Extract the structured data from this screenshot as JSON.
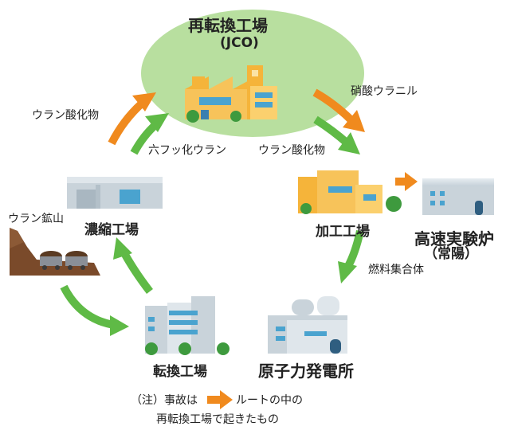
{
  "reprocessing_plant": {
    "title": "再転換工場",
    "subtitle": "(JCO)"
  },
  "flows": {
    "uranyl_nitrate": "硝酸ウラニル",
    "uranium_oxide_right": "ウラン酸化物",
    "uranium_oxide_left": "ウラン酸化物",
    "uf6": "六フッ化ウラン",
    "fuel_assembly": "燃料集合体"
  },
  "facilities": {
    "processing": "加工工場",
    "fast_reactor": "高速実験炉",
    "fast_reactor_name": "（常陽）",
    "enrichment": "濃縮工場",
    "mine": "ウラン鉱山",
    "conversion": "転換工場",
    "nuclear_plant": "原子力発電所"
  },
  "note": {
    "prefix": "（注）事故は",
    "suffix": "ルートの中の",
    "line2": "再転換工場で起きたもの"
  },
  "colors": {
    "accident_route": "#f08a1e",
    "normal_route": "#5fba46",
    "highlight_ellipse": "#b8df9f",
    "building_yellow": "#f5b43a",
    "building_gray": "#c9d3da",
    "building_blue": "#4aa3cf"
  }
}
